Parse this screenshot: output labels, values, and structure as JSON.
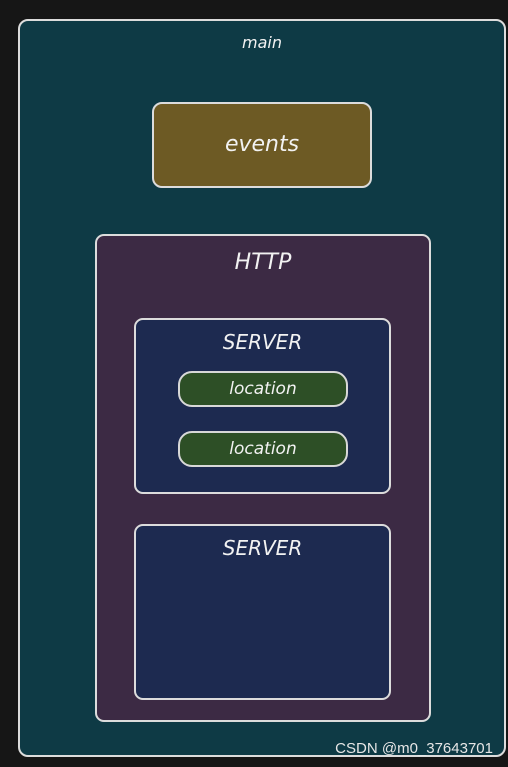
{
  "diagram": {
    "main": {
      "label": "main"
    },
    "events": {
      "label": "events"
    },
    "http": {
      "label": "HTTP"
    },
    "servers": [
      {
        "label": "SERVER",
        "locations": [
          {
            "label": "location"
          },
          {
            "label": "location"
          }
        ]
      },
      {
        "label": "SERVER",
        "locations": []
      }
    ]
  },
  "watermark": "CSDN @m0_37643701",
  "colors": {
    "background": "#161616",
    "main_fill": "#0e3a45",
    "events_fill": "#6d5a24",
    "http_fill": "#3c2a44",
    "server_fill": "#1d2a50",
    "location_fill": "#2d4f26",
    "stroke": "#dcdcdc",
    "text": "#f2f2f2"
  }
}
